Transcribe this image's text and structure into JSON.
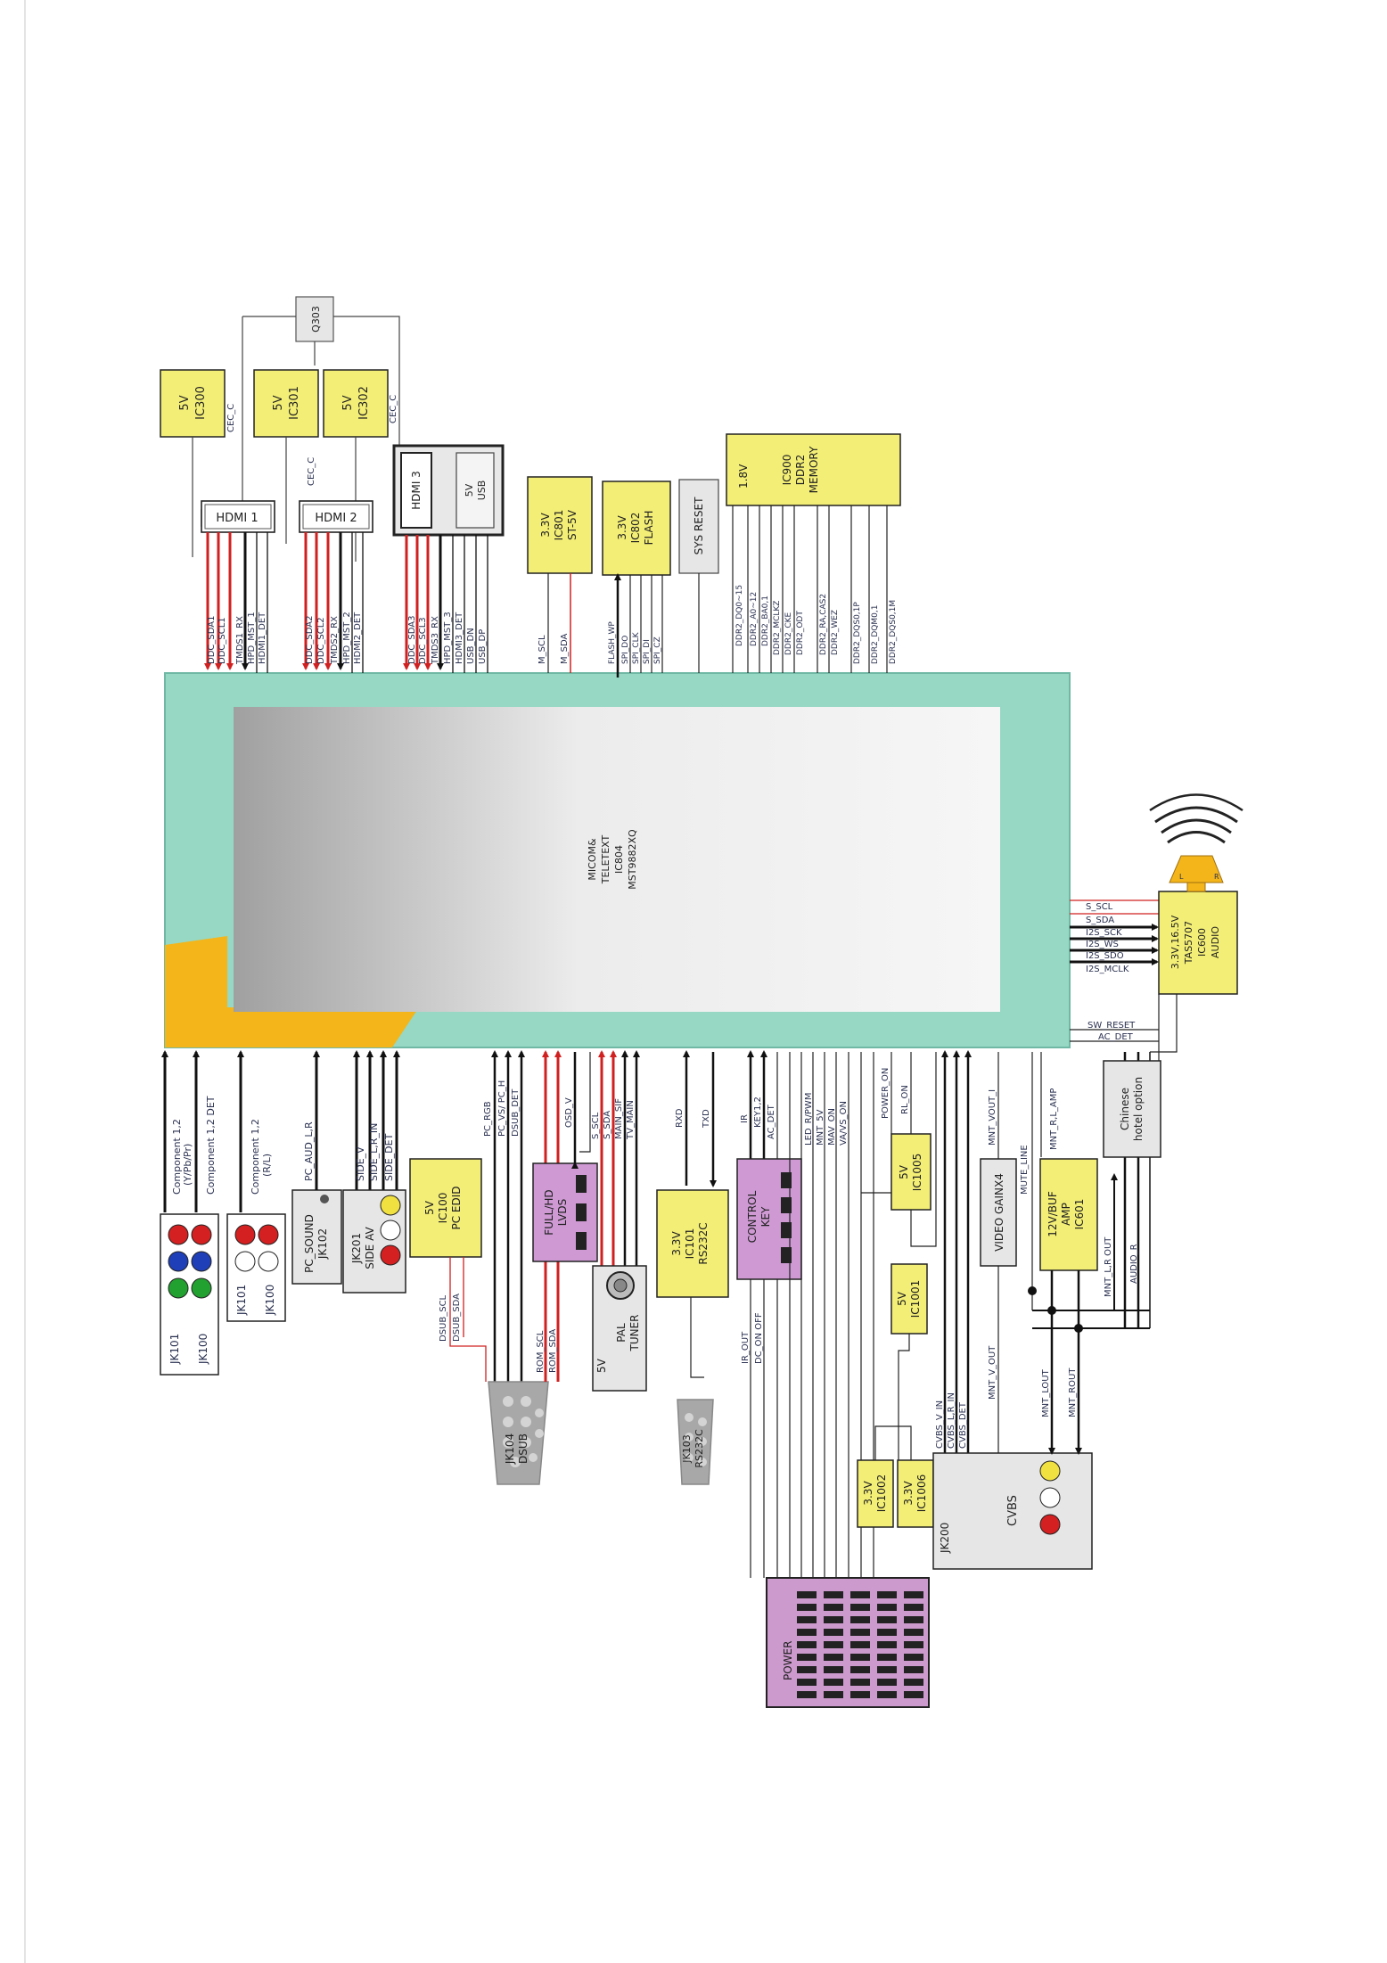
{
  "colors": {
    "main_board": "#96d8c4",
    "ic_yellow": "#f3ee76",
    "connector_purple": "#cf9ad4",
    "power_purple": "#cc9acd",
    "grey_box": "#e6e6e6",
    "signal_red": "#d02020",
    "signal_black": "#111111",
    "accent_orange": "#f3b51a"
  },
  "main_chip": {
    "lines": [
      "MICOM&",
      "TELETEXT",
      "IC804",
      "MST9882XQ"
    ]
  },
  "top": {
    "ic300": [
      "5V",
      "IC300"
    ],
    "ic301": [
      "5V",
      "IC301"
    ],
    "ic302": [
      "5V",
      "IC302"
    ],
    "q303": "Q303",
    "cec_labels": [
      "CEC_C",
      "CEC_C",
      "CEC_C"
    ],
    "hdmi1": "HDMI 1",
    "hdmi2": "HDMI 2",
    "hdmi3": "HDMI 3",
    "usb": [
      "5V",
      "USB"
    ],
    "hdmi1_signals": [
      "DDC_SDA1",
      "DDC_SCL1",
      "TMDS1_RX",
      "HPD_MST_1",
      "HDMI1_DET"
    ],
    "hdmi2_signals": [
      "DDC_SDA2",
      "DDC_SCL2",
      "TMDS2_RX",
      "HPD_MST_2",
      "HDMI2_DET"
    ],
    "hdmi3_signals": [
      "DDC_SDA3",
      "DDC_SCL3",
      "TMDS3_RX",
      "HPD_MST_3",
      "HDMI3_DET",
      "USB_DN",
      "USB_DP"
    ],
    "ic801": [
      "3.3V",
      "IC801",
      "ST-5V"
    ],
    "ic801_signals": [
      "M_SCL",
      "M_SDA"
    ],
    "ic802": [
      "3.3V",
      "IC802",
      "FLASH"
    ],
    "ic802_signals": [
      "FLASH_WP",
      "SPI_DO",
      "SPI_CLK",
      "SPI_DI",
      "SPI_CZ"
    ],
    "sys_reset": "SYS RESET",
    "ic900": [
      "1.8V",
      "IC900",
      "DDR2",
      "MEMORY"
    ],
    "ddr_signals": [
      "DDR2_DQ0~15",
      "DDR2_A0~12",
      "DDR2_BA0,1",
      "DDR2_MCLKZ",
      "DDR2_CKE",
      "DDR2_ODT",
      "DDR2_RA,CAS2",
      "DDR2_WEZ",
      "DDR2_DQS0,1P",
      "DDR2_DQM0,1",
      "DDR2_DQS0,1M"
    ]
  },
  "right": {
    "audio_signals": [
      "S_SCL",
      "S_SDA",
      "I2S_SCK",
      "I2S_WS",
      "I2S_SDO",
      "I2S_MCLK"
    ],
    "other_signals": [
      "SW_RESET",
      "AC_DET"
    ],
    "ic600": [
      "3.3V,16.5V",
      "TAS5707",
      "IC600",
      "AUDIO"
    ],
    "speaker_marks": [
      "L",
      "R"
    ]
  },
  "bottom": {
    "component_labels": [
      "Component 1,2",
      "(Y/Pb/Pr)",
      "Component 1,2 DET",
      "Component 1,2",
      "(R/L)"
    ],
    "jk101_a": "JK101",
    "jk100_a": "JK100",
    "jk101_b": "JK101",
    "jk100_b": "JK100",
    "pc_sound": [
      "PC_SOUND",
      "JK102"
    ],
    "pc_aud": "PC_AUD_L,R",
    "side_labels": [
      "SIDE_V",
      "SIDE_L,R_IN",
      "SIDE_DET"
    ],
    "side_av": [
      "JK201",
      "SIDE AV"
    ],
    "ic100": [
      "5V",
      "IC100",
      "PC EDID"
    ],
    "pc_signals": [
      "PC_RGB",
      "PC_VS/ PC_H",
      "DSUB_DET"
    ],
    "dsub_signals": [
      "DSUB_SCL",
      "DSUB_SDA"
    ],
    "jk104": [
      "JK104",
      "DSUB"
    ],
    "lvds": [
      "FULL/HD",
      "LVDS"
    ],
    "rom_signals": [
      "ROM_SCL",
      "ROM_SDA"
    ],
    "lvds_signal": "OSD_V",
    "tuner_signals": [
      "S_SCL",
      "S_SDA",
      "MAIN_SIF",
      "TV_MAIN"
    ],
    "tuner": [
      "5V",
      "PAL",
      "TUNER"
    ],
    "ic101": [
      "3.3V",
      "IC101",
      "RS232C"
    ],
    "rs_signals": [
      "RXD",
      "TXD"
    ],
    "jk103": [
      "JK103",
      "RS232C"
    ],
    "control_key": [
      "CONTROL",
      "KEY"
    ],
    "key_signals": [
      "IR",
      "KEY1,2",
      "AC_DET"
    ],
    "ir_signals": [
      "IR_OUT",
      "DC_ON OFF"
    ],
    "power_signals": [
      "LED_R/PWM",
      "MNT_5V",
      "MAV_ON",
      "VA/VS_ON"
    ],
    "power": "POWER",
    "ic1005": [
      "5V",
      "IC1005"
    ],
    "ic1005_signals": [
      "POWER_ON",
      "RL_ON"
    ],
    "ic1001": [
      "5V",
      "IC1001"
    ],
    "ic1002": [
      "3.3V",
      "IC1002"
    ],
    "ic1006": [
      "3.3V",
      "IC1006"
    ],
    "cvbs_signals": [
      "CVBS_V_IN",
      "CVBS_L,R_IN",
      "CVBS_DET"
    ],
    "cvbs": [
      "JK200",
      "CVBS"
    ],
    "video_gain": "VIDEO GAINX4",
    "mnt_signals": [
      "MNT_VOUT_I",
      "MUTE_LINE",
      "MNT_V_OUT"
    ],
    "ic601": [
      "12V/BUF",
      "AMP",
      "IC601"
    ],
    "amp_signals": [
      "MNT_R,L_AMP",
      "MNT_LOUT",
      "MNT_ROUT",
      "MNT_L,R OUT",
      "AUDIO_R"
    ],
    "chinese_hotel": [
      "Chinese",
      "hotel option"
    ]
  }
}
